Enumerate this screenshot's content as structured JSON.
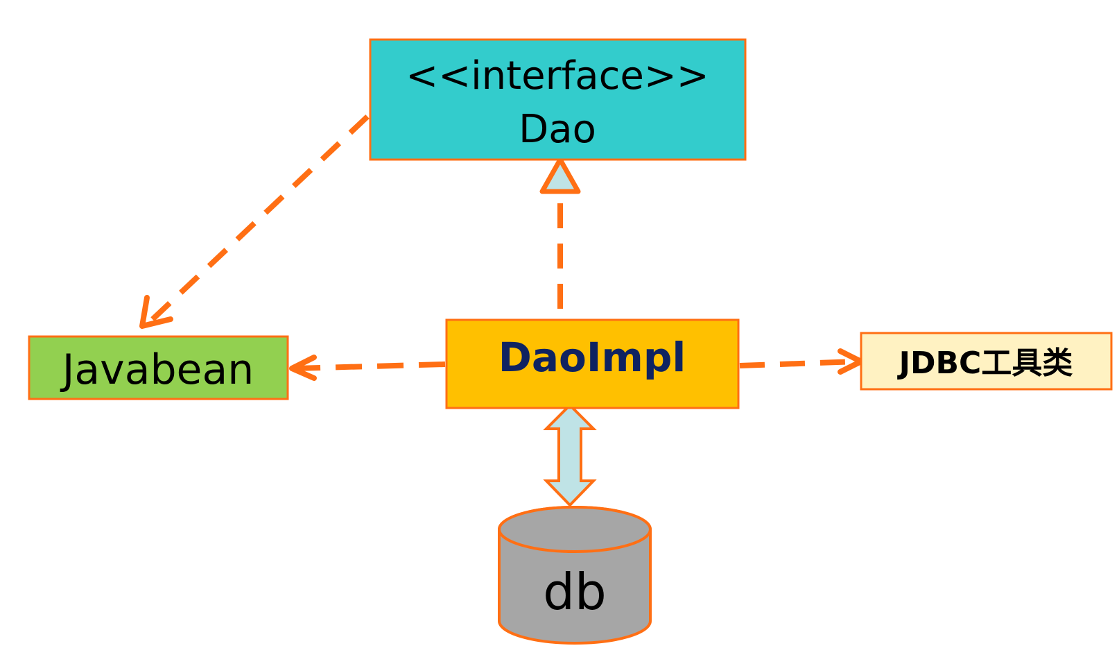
{
  "colors": {
    "line": "#FF6F14",
    "interface_fill": "#33CCCC",
    "javabean_fill": "#92D050",
    "daoimpl_fill": "#FFC000",
    "daoimpl_text": "#0F2361",
    "jdbc_fill": "#FFF2C2",
    "db_fill": "#A6A6A6",
    "arrow_fill": "#BFE3E6",
    "text": "#000000"
  },
  "nodes": {
    "dao": {
      "stereotype": "<<interface>>",
      "name": "Dao"
    },
    "javabean": {
      "name": "Javabean"
    },
    "daoimpl": {
      "name": "DaoImpl"
    },
    "jdbc": {
      "name": "JDBC工具类"
    },
    "db": {
      "name": "db"
    }
  },
  "edges": [
    {
      "from": "daoimpl",
      "to": "dao",
      "kind": "realization"
    },
    {
      "from": "dao",
      "to": "javabean",
      "kind": "dependency"
    },
    {
      "from": "daoimpl",
      "to": "javabean",
      "kind": "dependency"
    },
    {
      "from": "daoimpl",
      "to": "jdbc",
      "kind": "dependency"
    },
    {
      "from": "daoimpl",
      "to": "db",
      "kind": "bidirectional-access"
    }
  ]
}
